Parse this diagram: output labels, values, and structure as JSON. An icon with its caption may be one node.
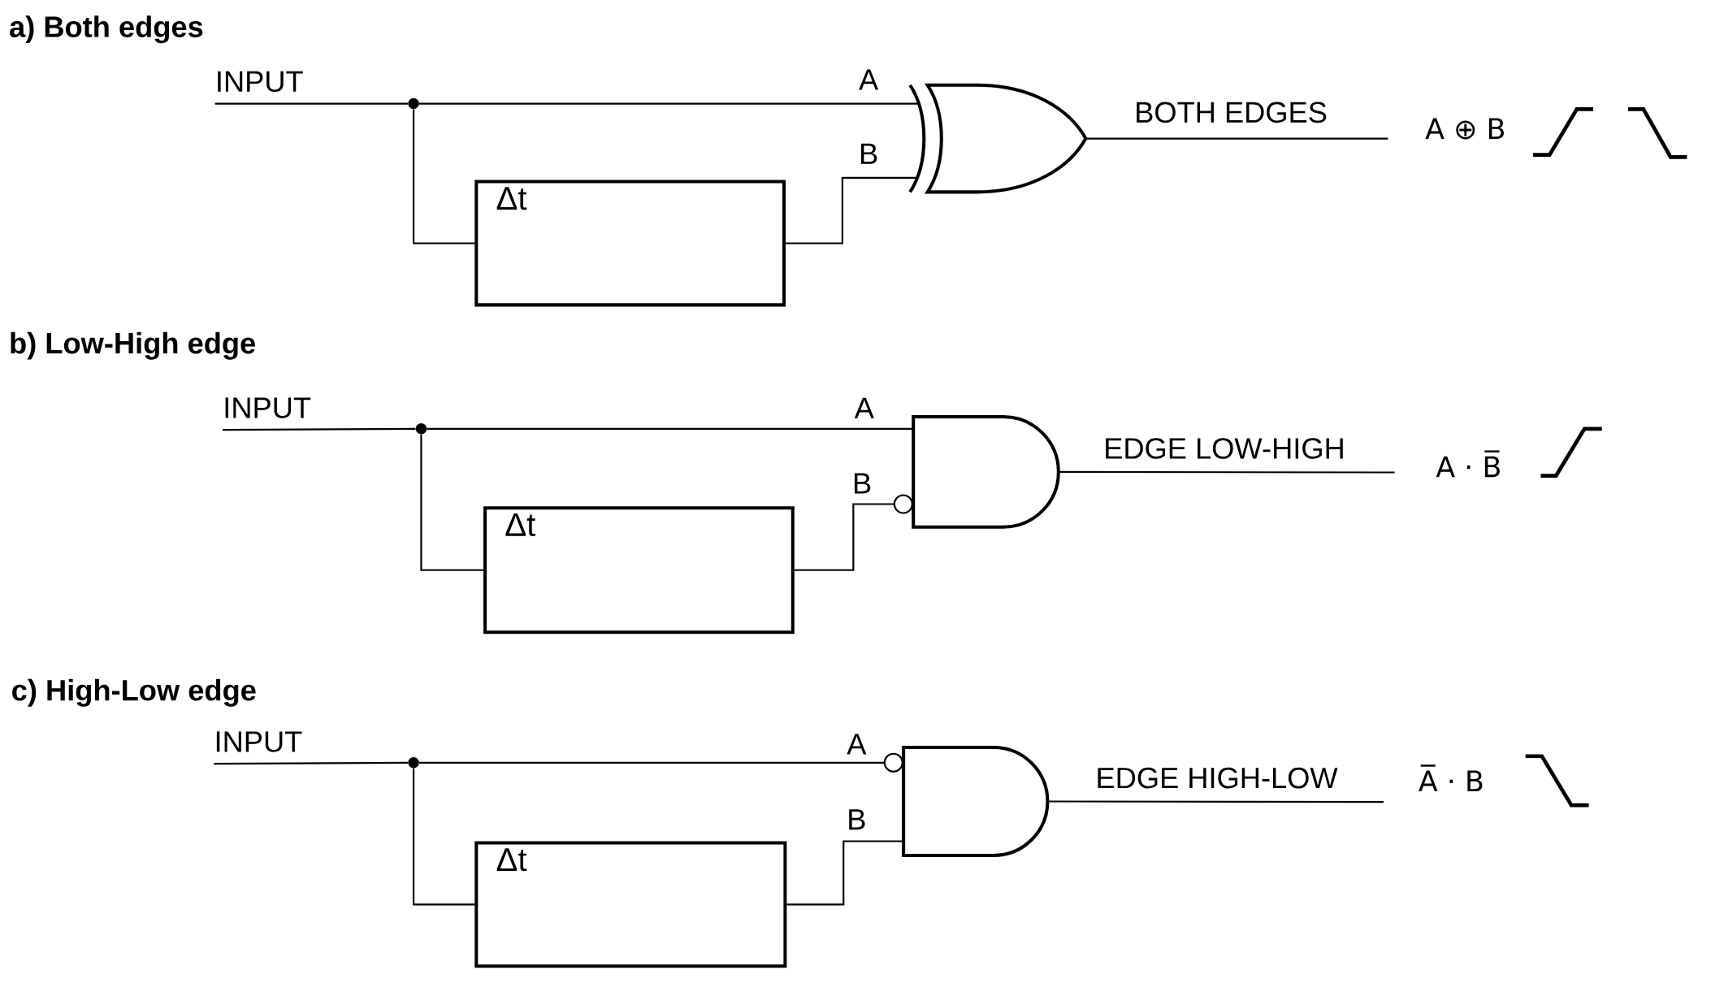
{
  "diagram": {
    "nodes": [
      {
        "text": [
          "INPUT"
        ]
      },
      {
        "text": [],
        "shape": "dot"
      },
      {
        "text": [
          "Δt"
        ]
      },
      {
        "text": [],
        "shape": "xor-gate"
      },
      {
        "text": [
          "INPUT"
        ]
      },
      {
        "text": [],
        "shape": "dot"
      },
      {
        "text": [
          "Δt"
        ]
      },
      {
        "text": [],
        "shape": "and-gate"
      },
      {
        "text": [
          "INPUT"
        ]
      },
      {
        "text": [],
        "shape": "dot"
      },
      {
        "text": [
          "Δt"
        ]
      },
      {
        "text": [],
        "shape": "and-gate"
      }
    ],
    "edges": [
      {
        "from": 0,
        "to": 1,
        "arrow": "none"
      },
      {
        "from": 1,
        "to": 3,
        "arrow": "none",
        "label": "A"
      },
      {
        "from": 1,
        "to": 2,
        "arrow": "none"
      },
      {
        "from": 2,
        "to": 3,
        "arrow": "none",
        "label": "B"
      },
      {
        "from": 3,
        "to": null,
        "arrow": "none",
        "label": "BOTH EDGES"
      },
      {
        "from": 4,
        "to": 5,
        "arrow": "none"
      },
      {
        "from": 5,
        "to": 7,
        "arrow": "none",
        "label": "A"
      },
      {
        "from": 5,
        "to": 6,
        "arrow": "none"
      },
      {
        "from": 6,
        "to": 7,
        "arrow": "other",
        "label": "B"
      },
      {
        "from": 7,
        "to": null,
        "arrow": "none",
        "label": "EDGE LOW-HIGH"
      },
      {
        "from": 8,
        "to": 9,
        "arrow": "none"
      },
      {
        "from": 9,
        "to": 11,
        "arrow": "other",
        "label": "A"
      },
      {
        "from": 9,
        "to": 10,
        "arrow": "none"
      },
      {
        "from": 10,
        "to": 11,
        "arrow": "none",
        "label": "B"
      },
      {
        "from": 11,
        "to": null,
        "arrow": "none",
        "label": "EDGE HIGH-LOW"
      }
    ],
    "labels": [
      "a) Both edges",
      "A ⊕ B",
      "b) Low-High edge",
      "A · B̅",
      "c) High-Low edge",
      "A̅ · B"
    ]
  }
}
